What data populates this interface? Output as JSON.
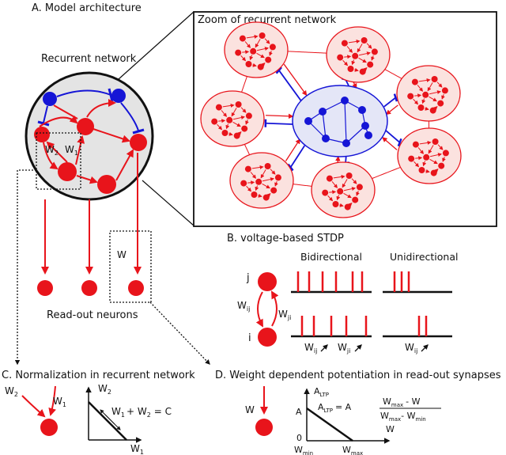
{
  "panels": {
    "a_title": "A. Model architecture",
    "zoom_title": "Zoom of recurrent network",
    "recurrent_label": "Recurrent network",
    "readout_label": "Read-out neurons",
    "b_title": "B. voltage-based STDP",
    "c_title": "C. Normalization in recurrent network",
    "d_title": "D. Weight dependent potentiation in read-out synapses"
  },
  "labels": {
    "w1": "W",
    "w1_sub": "1",
    "w2": "W",
    "w2_sub": "2",
    "w": "W",
    "bidirectional": "Bidirectional",
    "unidirectional": "Unidirectional",
    "neuron_j": "j",
    "neuron_i": "i",
    "wij": "W",
    "wij_sub": "ij",
    "wji": "W",
    "wji_sub": "ji",
    "norm_eq_w1": "W",
    "norm_eq_w2": "+ W",
    "norm_eq_c": "= C",
    "altp": "A",
    "altp_sub": "LTP",
    "altp_eq": "A",
    "altp_eq_sub": "LTP",
    "altp_eq_rhs": "= A",
    "frac_num": "W",
    "frac_num_sub": "max",
    "frac_num_rest": "- W",
    "frac_den": "W",
    "frac_den_sub": "max",
    "frac_den_rest": "- W",
    "frac_den_sub2": "min",
    "axis_a": "A",
    "axis_zero": "0",
    "axis_w": "W",
    "wmin": "W",
    "wmin_sub": "min",
    "wmax": "W",
    "wmax_sub": "max"
  },
  "colors": {
    "excitatory": "#e8141b",
    "inhibitory": "#1515d6",
    "cluster_fill": "#fbe2df",
    "hub_fill": "#e4e6f7",
    "core_fill": "#e4e4e4"
  },
  "spikes": {
    "bidirectional_j": [
      0,
      1,
      2,
      3,
      4,
      5
    ],
    "bidirectional_i": [
      0,
      1,
      2,
      3,
      4
    ],
    "unidirectional_j": [
      0,
      1,
      2
    ],
    "unidirectional_i": [
      0,
      1
    ]
  }
}
